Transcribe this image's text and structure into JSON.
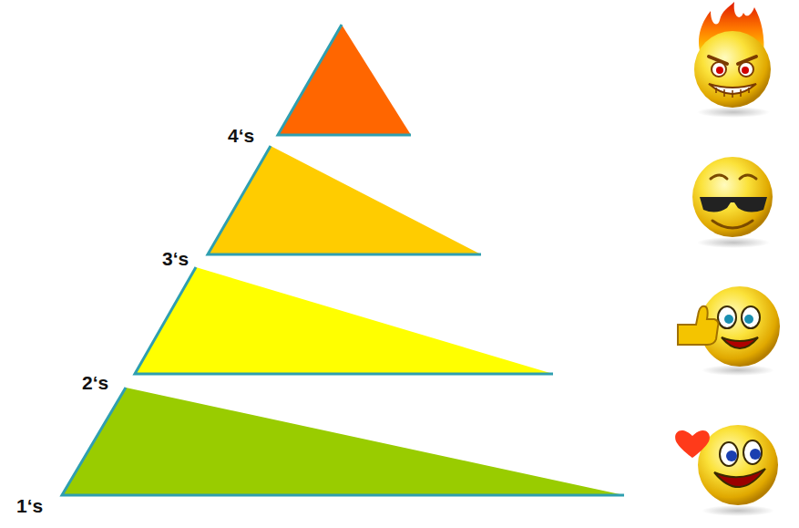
{
  "diagram": {
    "labels": [
      "1‘s",
      "2‘s",
      "3‘s",
      "4‘s"
    ]
  }
}
